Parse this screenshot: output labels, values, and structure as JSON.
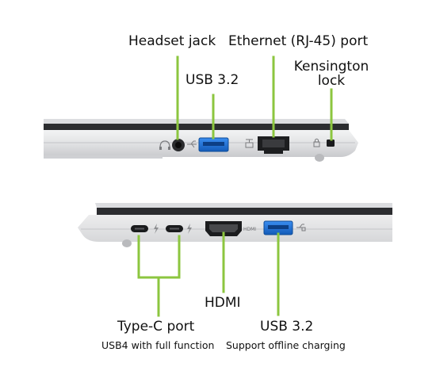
{
  "colors": {
    "callout": "#8cc63f",
    "usb_blue": "#1e73d8",
    "chassis": "#e4e5e7",
    "chassis_dark": "#2c2d30",
    "background": "#ffffff"
  },
  "top_view": {
    "labels": {
      "headset_jack": "Headset jack",
      "ethernet": "Ethernet (RJ-45) port",
      "usb": "USB 3.2",
      "kensington_line1": "Kensington",
      "kensington_line2": "lock"
    },
    "icons": [
      "headset-icon",
      "usb-icon",
      "ethernet-icon",
      "lock-icon"
    ]
  },
  "bottom_view": {
    "labels": {
      "hdmi": "HDMI",
      "hdmi_print": "HDMI",
      "usb": "USB 3.2",
      "usb_caption": "Support offline charging",
      "typec": "Type-C port",
      "typec_caption": "USB4 with full function"
    },
    "icons": [
      "thunderbolt-icon",
      "thunderbolt-icon",
      "hdmi-port",
      "usb-charge-icon"
    ]
  }
}
